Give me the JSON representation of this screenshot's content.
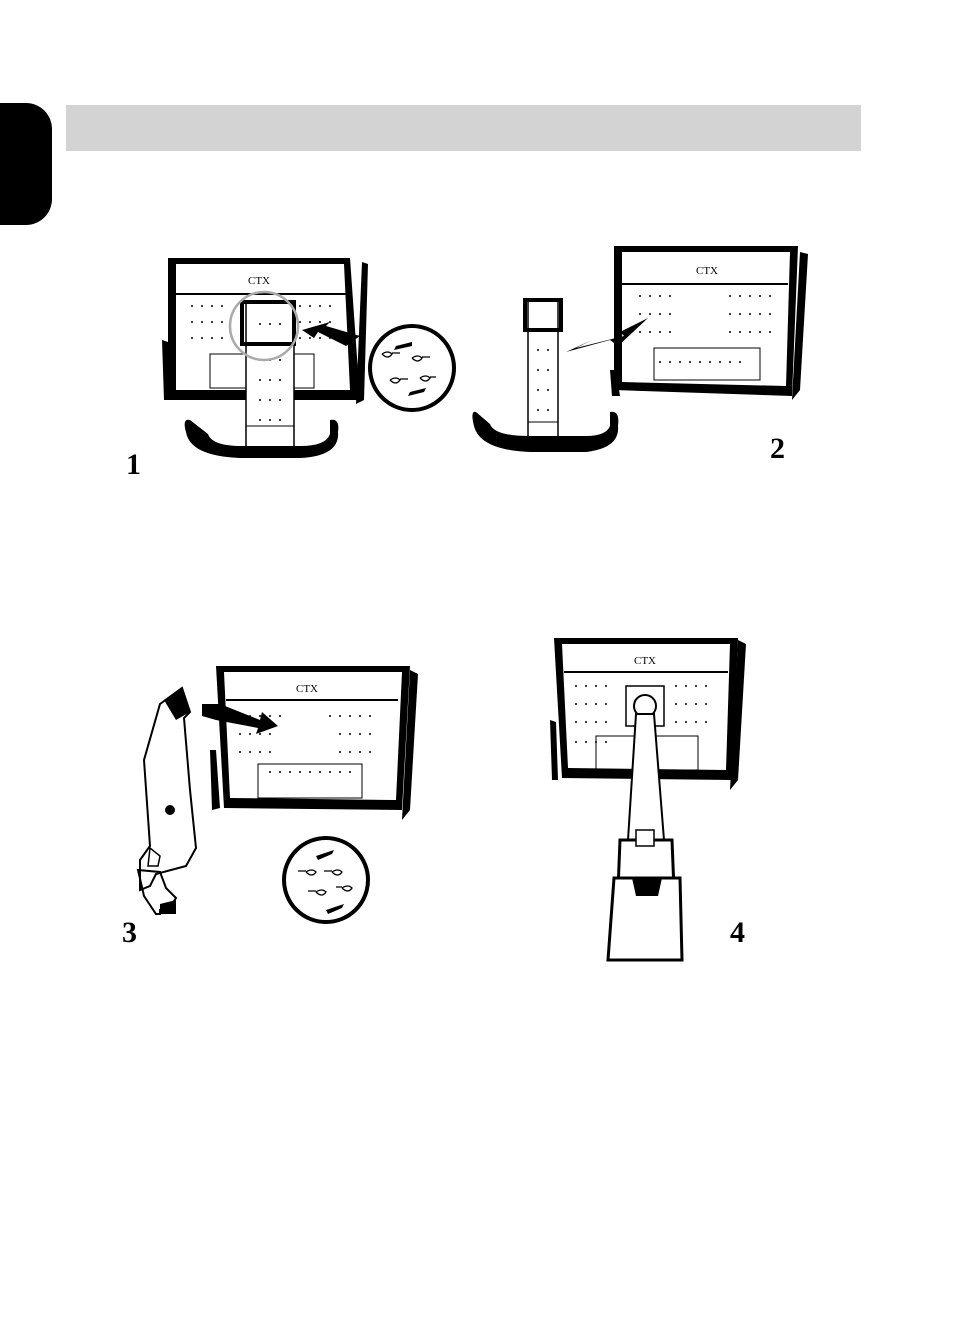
{
  "brand_label": "CTX",
  "steps": [
    {
      "number": "1"
    },
    {
      "number": "2"
    },
    {
      "number": "3"
    },
    {
      "number": "4"
    }
  ]
}
